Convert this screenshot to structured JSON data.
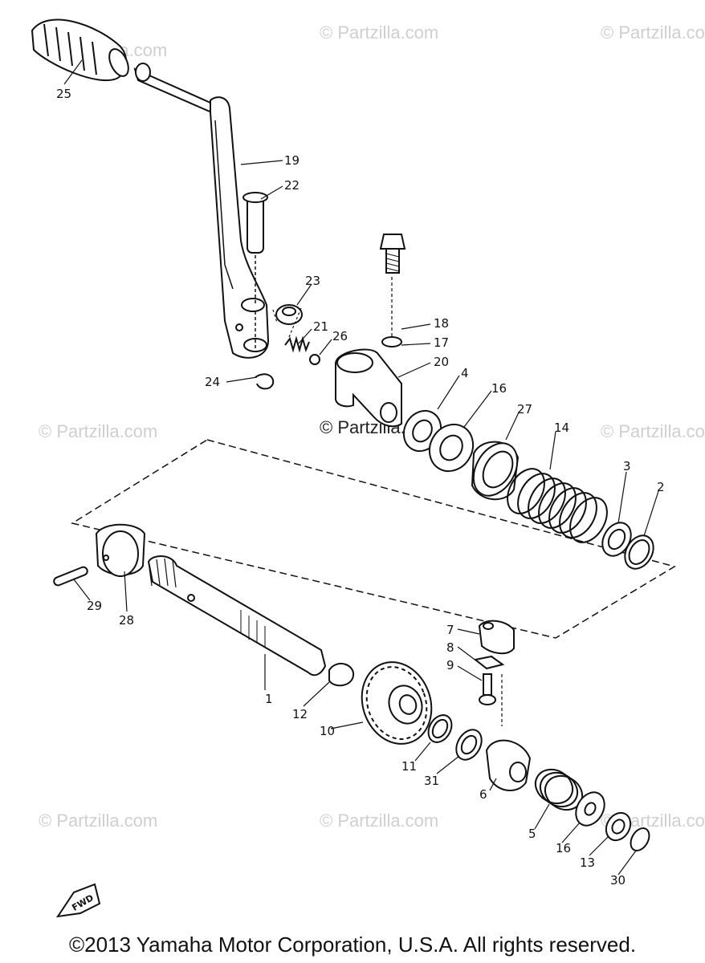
{
  "watermark": "© Partzilla.com",
  "center_watermark": "© Partzilla.com",
  "fwd_label": "FWD",
  "copyright": "©2013 Yamaha Motor Corporation, U.S.A. All rights reserved.",
  "labels": {
    "p25": "25",
    "p19": "19",
    "p22": "22",
    "p23": "23",
    "p21": "21",
    "p26": "26",
    "p24": "24",
    "p18": "18",
    "p17": "17",
    "p20": "20",
    "p4": "4",
    "p16a": "16",
    "p27": "27",
    "p14": "14",
    "p3": "3",
    "p2": "2",
    "p29": "29",
    "p28": "28",
    "p1": "1",
    "p7": "7",
    "p8": "8",
    "p9": "9",
    "p12": "12",
    "p10": "10",
    "p11": "11",
    "p31": "31",
    "p6": "6",
    "p5": "5",
    "p16b": "16",
    "p13": "13",
    "p30": "30"
  }
}
